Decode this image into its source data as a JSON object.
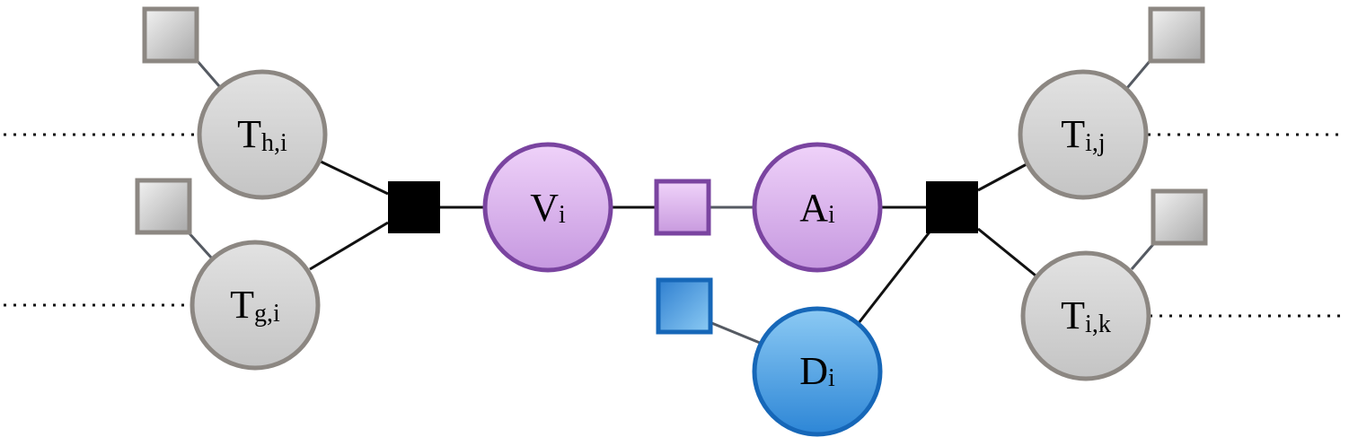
{
  "nodes": {
    "t_hi": {
      "main": "T",
      "sub": "h,i"
    },
    "t_gi": {
      "main": "T",
      "sub": "g,i"
    },
    "v_i": {
      "main": "V",
      "sub": "i"
    },
    "a_i": {
      "main": "A",
      "sub": "i"
    },
    "d_i": {
      "main": "D",
      "sub": "i"
    },
    "t_ij": {
      "main": "T",
      "sub": "i,j"
    },
    "t_ik": {
      "main": "T",
      "sub": "i,k"
    }
  },
  "colors": {
    "gray_fill": "#d2d2d2",
    "gray_stroke": "#8c8782",
    "purple_fill": "#dcb2ec",
    "purple_stroke": "#7a44a0",
    "blue_fill": "#5aa8e4",
    "blue_stroke": "#1667b8",
    "factor_black": "#000000"
  }
}
